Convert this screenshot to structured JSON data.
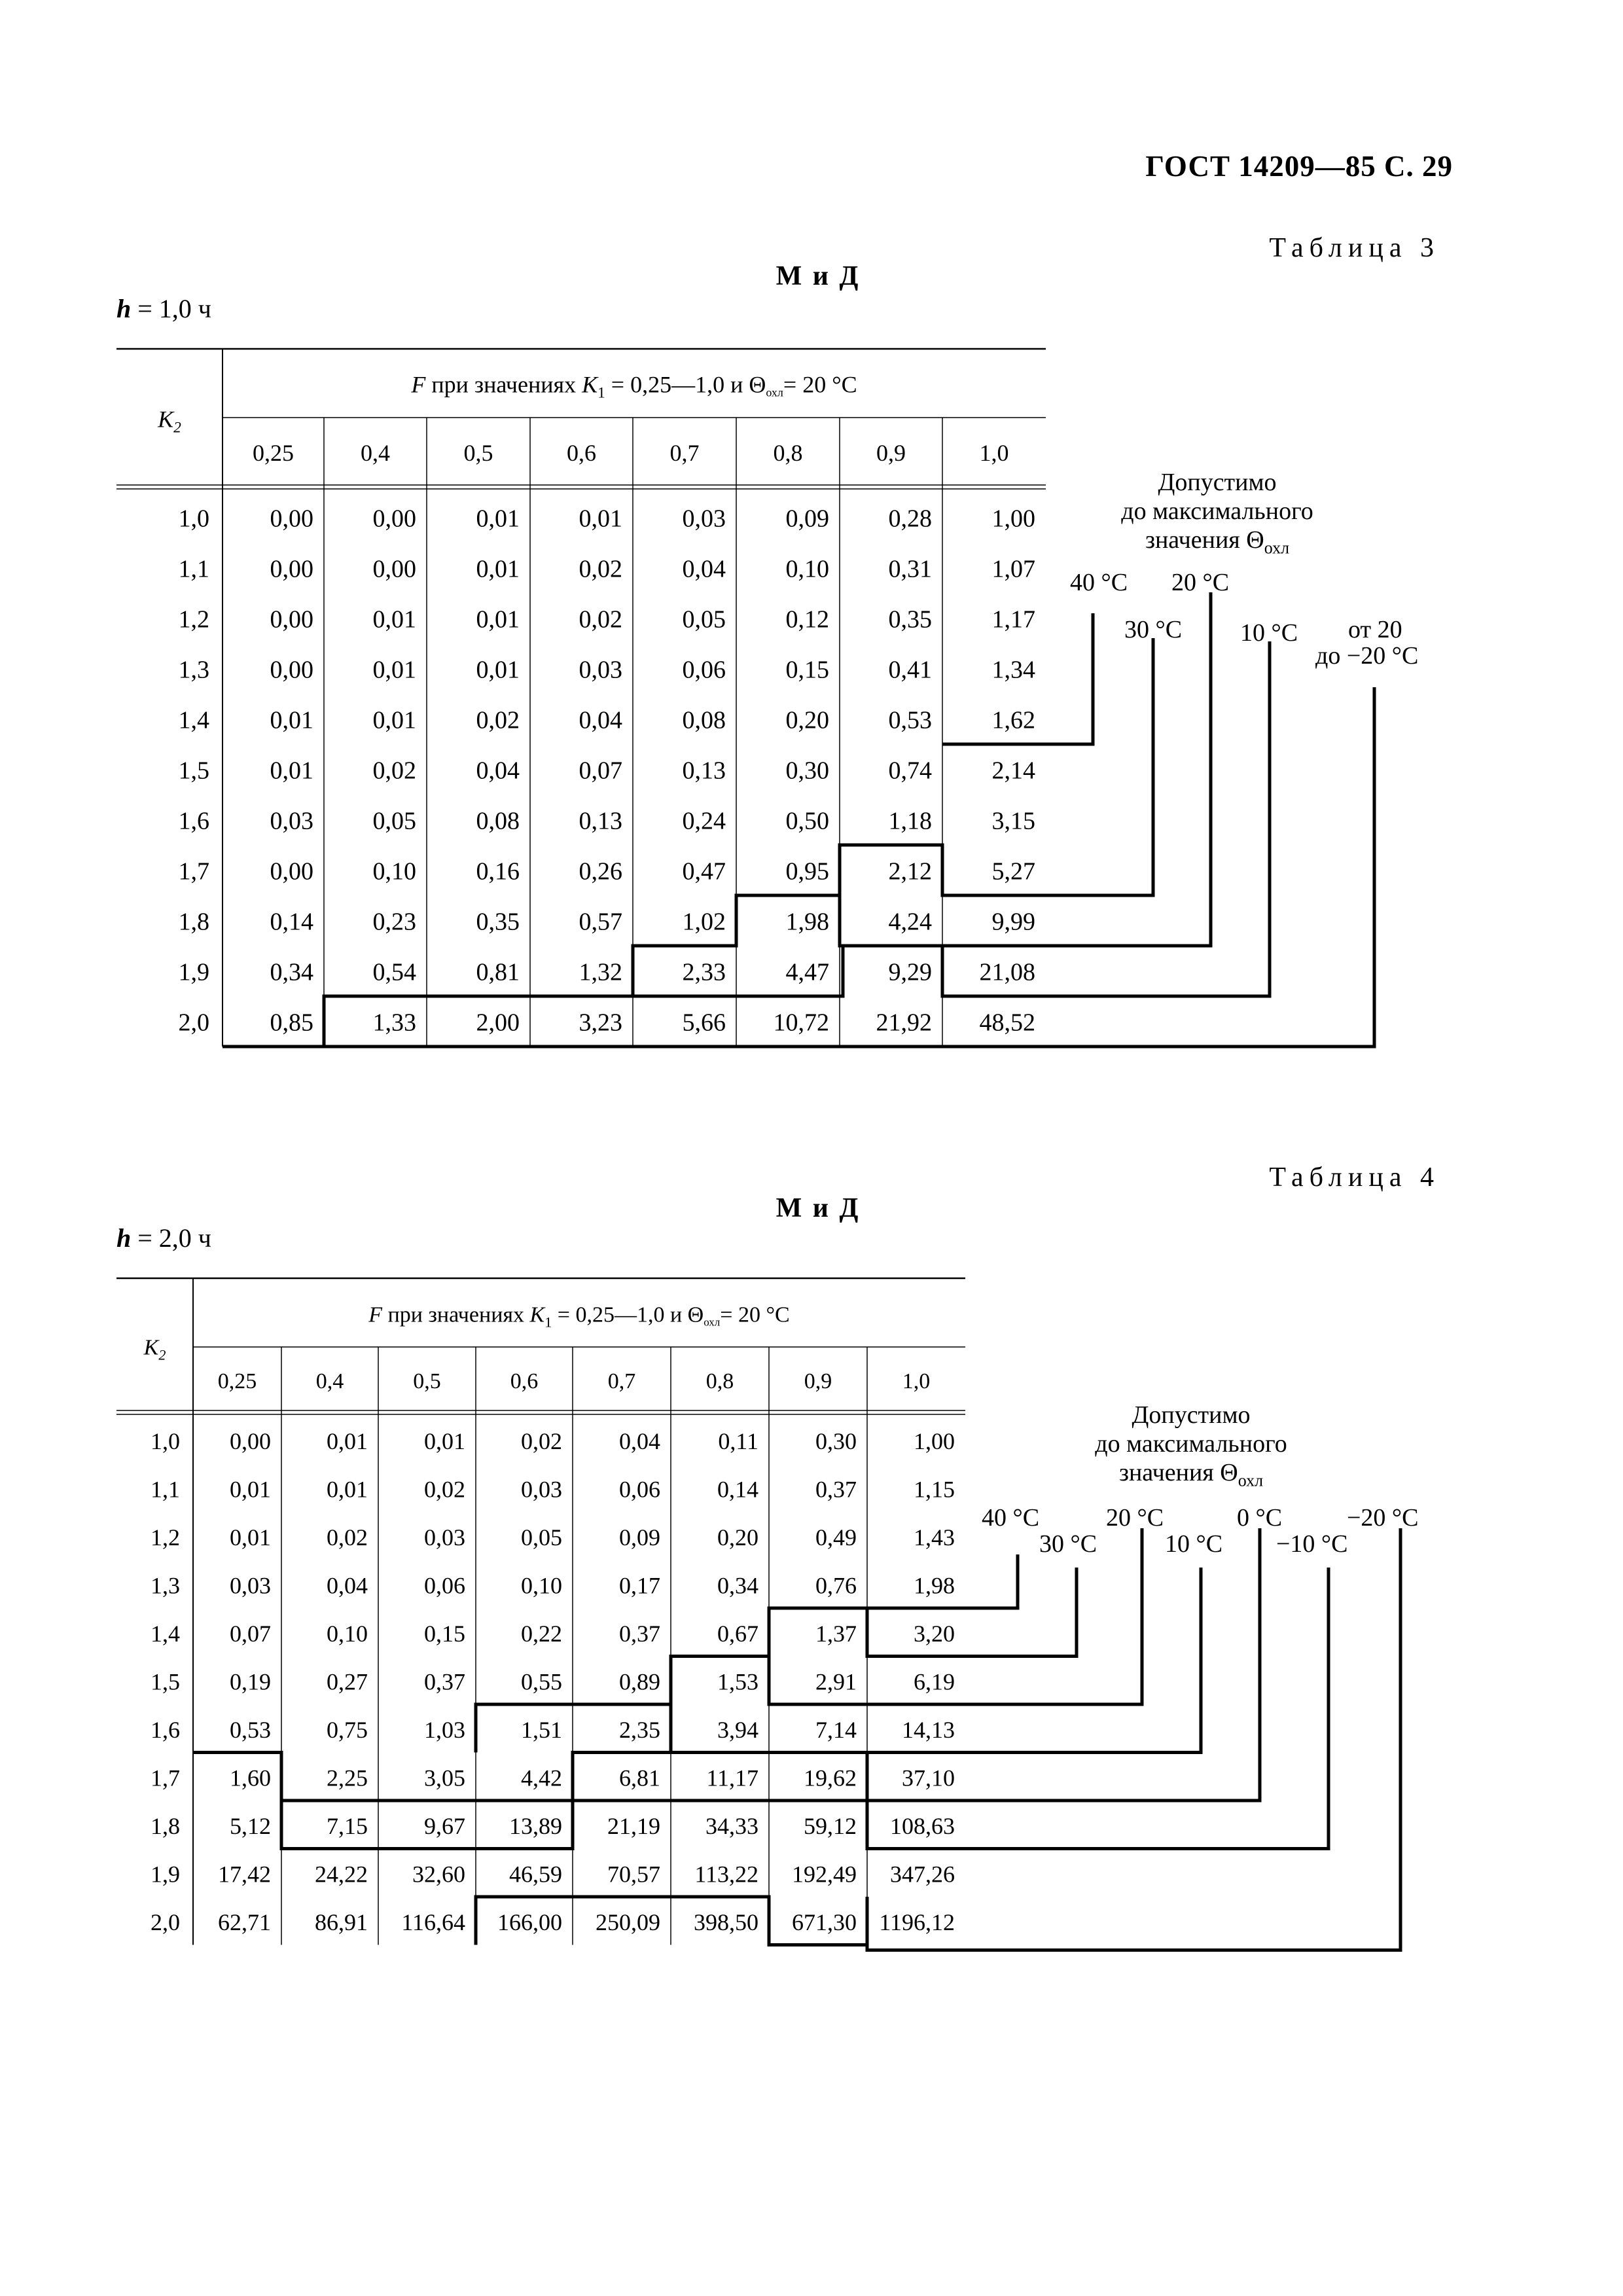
{
  "header": "ГОСТ 14209—85 С. 29",
  "table3": {
    "caption": "Таблица 3",
    "group": "М и Д",
    "h_label": "h = 1,0 ч",
    "row_header": "K2",
    "span_header": "F при значениях K1 = 0,25—1,0 и Θохл = 20 °С",
    "columns": [
      "0,25",
      "0,4",
      "0,5",
      "0,6",
      "0,7",
      "0,8",
      "0,9",
      "1,0"
    ],
    "rows": [
      [
        "1,0",
        "0,00",
        "0,00",
        "0,01",
        "0,01",
        "0,03",
        "0,09",
        "0,28",
        "1,00"
      ],
      [
        "1,1",
        "0,00",
        "0,00",
        "0,01",
        "0,02",
        "0,04",
        "0,10",
        "0,31",
        "1,07"
      ],
      [
        "1,2",
        "0,00",
        "0,01",
        "0,01",
        "0,02",
        "0,05",
        "0,12",
        "0,35",
        "1,17"
      ],
      [
        "1,3",
        "0,00",
        "0,01",
        "0,01",
        "0,03",
        "0,06",
        "0,15",
        "0,41",
        "1,34"
      ],
      [
        "1,4",
        "0,01",
        "0,01",
        "0,02",
        "0,04",
        "0,08",
        "0,20",
        "0,53",
        "1,62"
      ],
      [
        "1,5",
        "0,01",
        "0,02",
        "0,04",
        "0,07",
        "0,13",
        "0,30",
        "0,74",
        "2,14"
      ],
      [
        "1,6",
        "0,03",
        "0,05",
        "0,08",
        "0,13",
        "0,24",
        "0,50",
        "1,18",
        "3,15"
      ],
      [
        "1,7",
        "0,00",
        "0,10",
        "0,16",
        "0,26",
        "0,47",
        "0,95",
        "2,12",
        "5,27"
      ],
      [
        "1,8",
        "0,14",
        "0,23",
        "0,35",
        "0,57",
        "1,02",
        "1,98",
        "4,24",
        "9,99"
      ],
      [
        "1,9",
        "0,34",
        "0,54",
        "0,81",
        "1,32",
        "2,33",
        "4,47",
        "9,29",
        "21,08"
      ],
      [
        "2,0",
        "0,85",
        "1,33",
        "2,00",
        "3,23",
        "5,66",
        "10,72",
        "21,92",
        "48,52"
      ]
    ],
    "note": [
      "Допустимо",
      "до максимального",
      "значения Θохл"
    ],
    "temp_labels": [
      "40 °С",
      "20 °С",
      "30 °С",
      "10 °С",
      "от 20",
      "до −20 °С"
    ]
  },
  "table4": {
    "caption": "Таблица 4",
    "group": "М и Д",
    "h_label": "h = 2,0 ч",
    "row_header": "K2",
    "span_header": "F при значениях K1 = 0,25—1,0 и Θохл = 20 °С",
    "columns": [
      "0,25",
      "0,4",
      "0,5",
      "0,6",
      "0,7",
      "0,8",
      "0,9",
      "1,0"
    ],
    "rows": [
      [
        "1,0",
        "0,00",
        "0,01",
        "0,01",
        "0,02",
        "0,04",
        "0,11",
        "0,30",
        "1,00"
      ],
      [
        "1,1",
        "0,01",
        "0,01",
        "0,02",
        "0,03",
        "0,06",
        "0,14",
        "0,37",
        "1,15"
      ],
      [
        "1,2",
        "0,01",
        "0,02",
        "0,03",
        "0,05",
        "0,09",
        "0,20",
        "0,49",
        "1,43"
      ],
      [
        "1,3",
        "0,03",
        "0,04",
        "0,06",
        "0,10",
        "0,17",
        "0,34",
        "0,76",
        "1,98"
      ],
      [
        "1,4",
        "0,07",
        "0,10",
        "0,15",
        "0,22",
        "0,37",
        "0,67",
        "1,37",
        "3,20"
      ],
      [
        "1,5",
        "0,19",
        "0,27",
        "0,37",
        "0,55",
        "0,89",
        "1,53",
        "2,91",
        "6,19"
      ],
      [
        "1,6",
        "0,53",
        "0,75",
        "1,03",
        "1,51",
        "2,35",
        "3,94",
        "7,14",
        "14,13"
      ],
      [
        "1,7",
        "1,60",
        "2,25",
        "3,05",
        "4,42",
        "6,81",
        "11,17",
        "19,62",
        "37,10"
      ],
      [
        "1,8",
        "5,12",
        "7,15",
        "9,67",
        "13,89",
        "21,19",
        "34,33",
        "59,12",
        "108,63"
      ],
      [
        "1,9",
        "17,42",
        "24,22",
        "32,60",
        "46,59",
        "70,57",
        "113,22",
        "192,49",
        "347,26"
      ],
      [
        "2,0",
        "62,71",
        "86,91",
        "116,64",
        "166,00",
        "250,09",
        "398,50",
        "671,30",
        "1196,12"
      ]
    ],
    "note": [
      "Допустимо",
      "до максимального",
      "значения Θохл"
    ],
    "temp_labels": [
      "40 °С",
      "20 °С",
      "0 °С",
      "−20 °С",
      "30 °С",
      "10 °С",
      "−10 °С"
    ]
  }
}
